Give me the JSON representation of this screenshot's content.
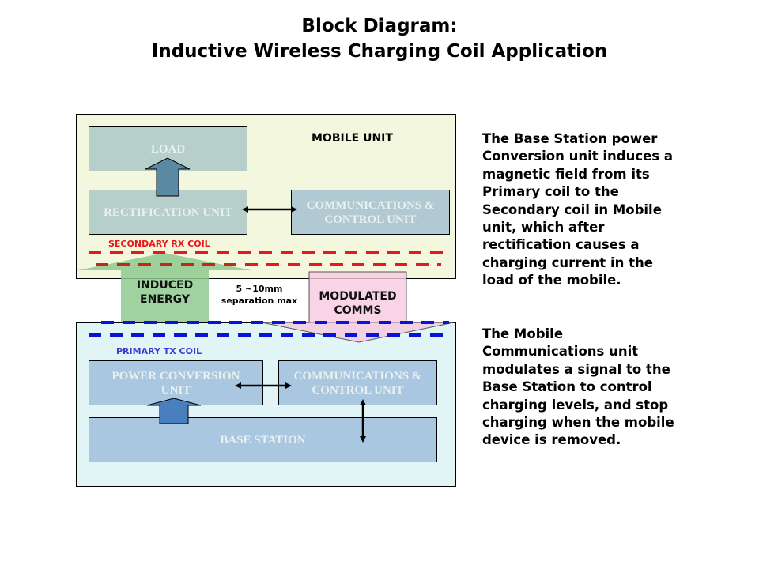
{
  "title": {
    "line1": "Block Diagram:",
    "line2": "Inductive Wireless Charging Coil Application"
  },
  "mobile_unit": {
    "label": "MOBILE UNIT",
    "blocks": {
      "load": "LOAD",
      "rectification": "RECTIFICATION UNIT",
      "comms_line1": "COMMUNICATIONS &",
      "comms_line2": "CONTROL UNIT"
    },
    "coil_label": "SECONDARY RX COIL",
    "colors": {
      "panel": "#f2f7dd",
      "coil": "#e8191a"
    }
  },
  "base_station": {
    "coil_label": "PRIMARY  TX COIL",
    "blocks": {
      "power_line1": "POWER CONVERSION",
      "power_line2": "UNIT",
      "comms_line1": "COMMUNICATIONS &",
      "comms_line2": "CONTROL UNIT",
      "base": "BASE STATION"
    },
    "colors": {
      "panel": "#e1f5f7",
      "coil": "#0a14d6"
    }
  },
  "gap": {
    "induced_line1": "INDUCED",
    "induced_line2": "ENERGY",
    "separation_line1": "5 ~10mm",
    "separation_line2": "separation max",
    "modulated_line1": "MODULATED",
    "modulated_line2": "COMMS"
  },
  "descriptions": {
    "para1": "The Base Station power\nConversion unit induces a\nmagnetic field from its\nPrimary coil  to the\nSecondary coil in Mobile\nunit,  which after\nrectification causes a\ncharging current in the\nload of the mobile.",
    "para2": "The Mobile\nCommunications unit\nmodulates a signal to the\nBase Station to control\ncharging levels, and stop\ncharging when the mobile\ndevice is removed."
  }
}
